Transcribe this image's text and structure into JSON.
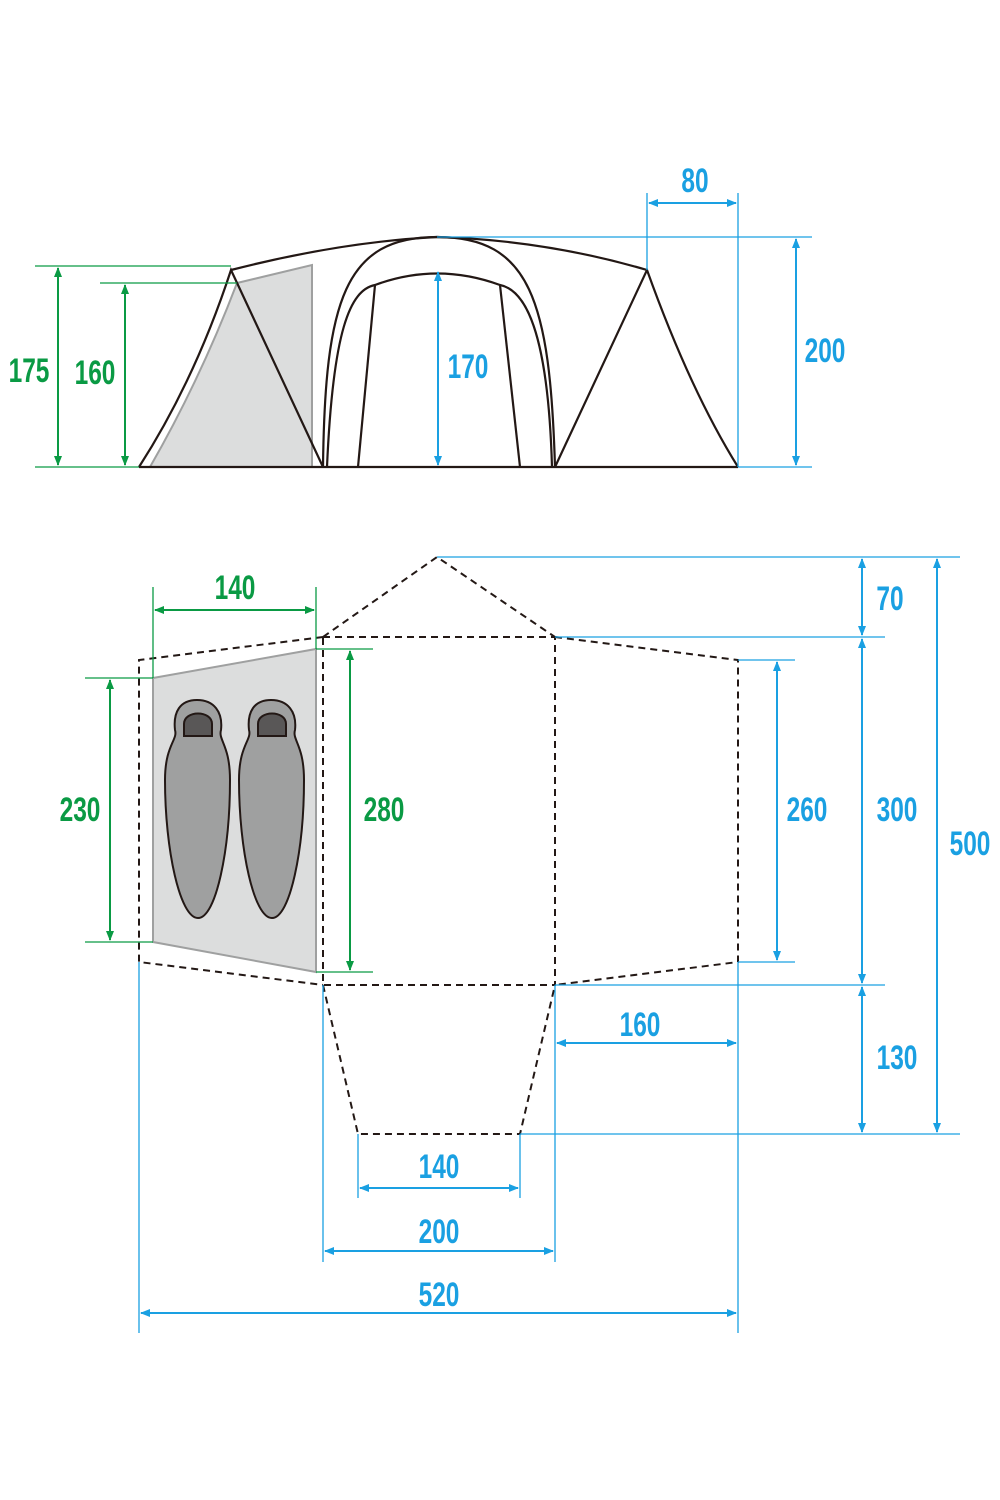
{
  "colors": {
    "green": "#0a9a44",
    "blue": "#1aa0e2",
    "panel": "#dcdddd",
    "bag": "#9fa0a0"
  },
  "side_view": {
    "height_vestibule_outer": "175",
    "height_vestibule_inner": "160",
    "height_inner_tent": "170",
    "height_total": "200",
    "vestibule_end_depth": "80"
  },
  "plan_view": {
    "inner_width": "140",
    "inner_length_a": "230",
    "inner_length_b": "280",
    "right_section_length": "260",
    "front_peak": "70",
    "main_length": "300",
    "rear_extension": "130",
    "total_length": "500",
    "right_section_width": "160",
    "rear_width": "140",
    "center_width": "200",
    "total_width": "520"
  }
}
